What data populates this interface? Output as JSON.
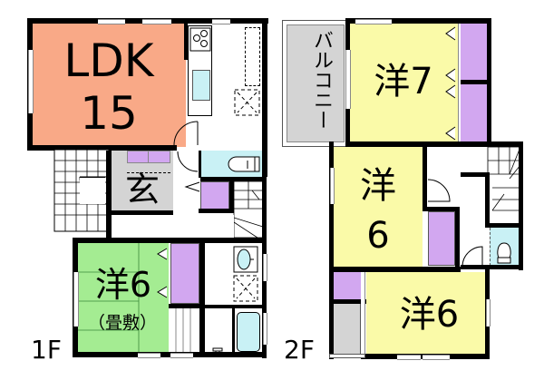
{
  "floor_1": {
    "label": "1F",
    "rooms": [
      {
        "id": "ldk",
        "name": "LDK",
        "size": "15",
        "color": "#F9A987"
      },
      {
        "id": "entrance",
        "name": "玄",
        "color": "#D4D4D4"
      },
      {
        "id": "western_1f",
        "name": "洋6",
        "note": "（畳敷）",
        "color": "#A4EC92"
      },
      {
        "id": "toilet_1f",
        "color": "#C9F1F5"
      },
      {
        "id": "washroom",
        "color": "#FFFFFF"
      },
      {
        "id": "bath",
        "color": "#C9F1F5"
      },
      {
        "id": "closet",
        "color": "#D2A7F0"
      }
    ]
  },
  "floor_2": {
    "label": "2F",
    "rooms": [
      {
        "id": "balcony",
        "name": "バルコニー",
        "color": "#D4D4D4"
      },
      {
        "id": "western_7",
        "name": "洋7",
        "color": "#FAFAA8"
      },
      {
        "id": "western_6a",
        "name": "洋",
        "size": "6",
        "color": "#FAFAA8"
      },
      {
        "id": "western_6b",
        "name": "洋6",
        "color": "#FAFAA8"
      },
      {
        "id": "toilet_2f",
        "color": "#C9F1F5"
      },
      {
        "id": "closet",
        "color": "#D2A7F0"
      }
    ]
  },
  "colors": {
    "wall": "#000000",
    "ldk": "#F9A987",
    "tatami": "#A4EC92",
    "western": "#FAFAA8",
    "closet": "#D2A7F0",
    "wet": "#C9F1F5",
    "grey": "#D4D4D4"
  }
}
